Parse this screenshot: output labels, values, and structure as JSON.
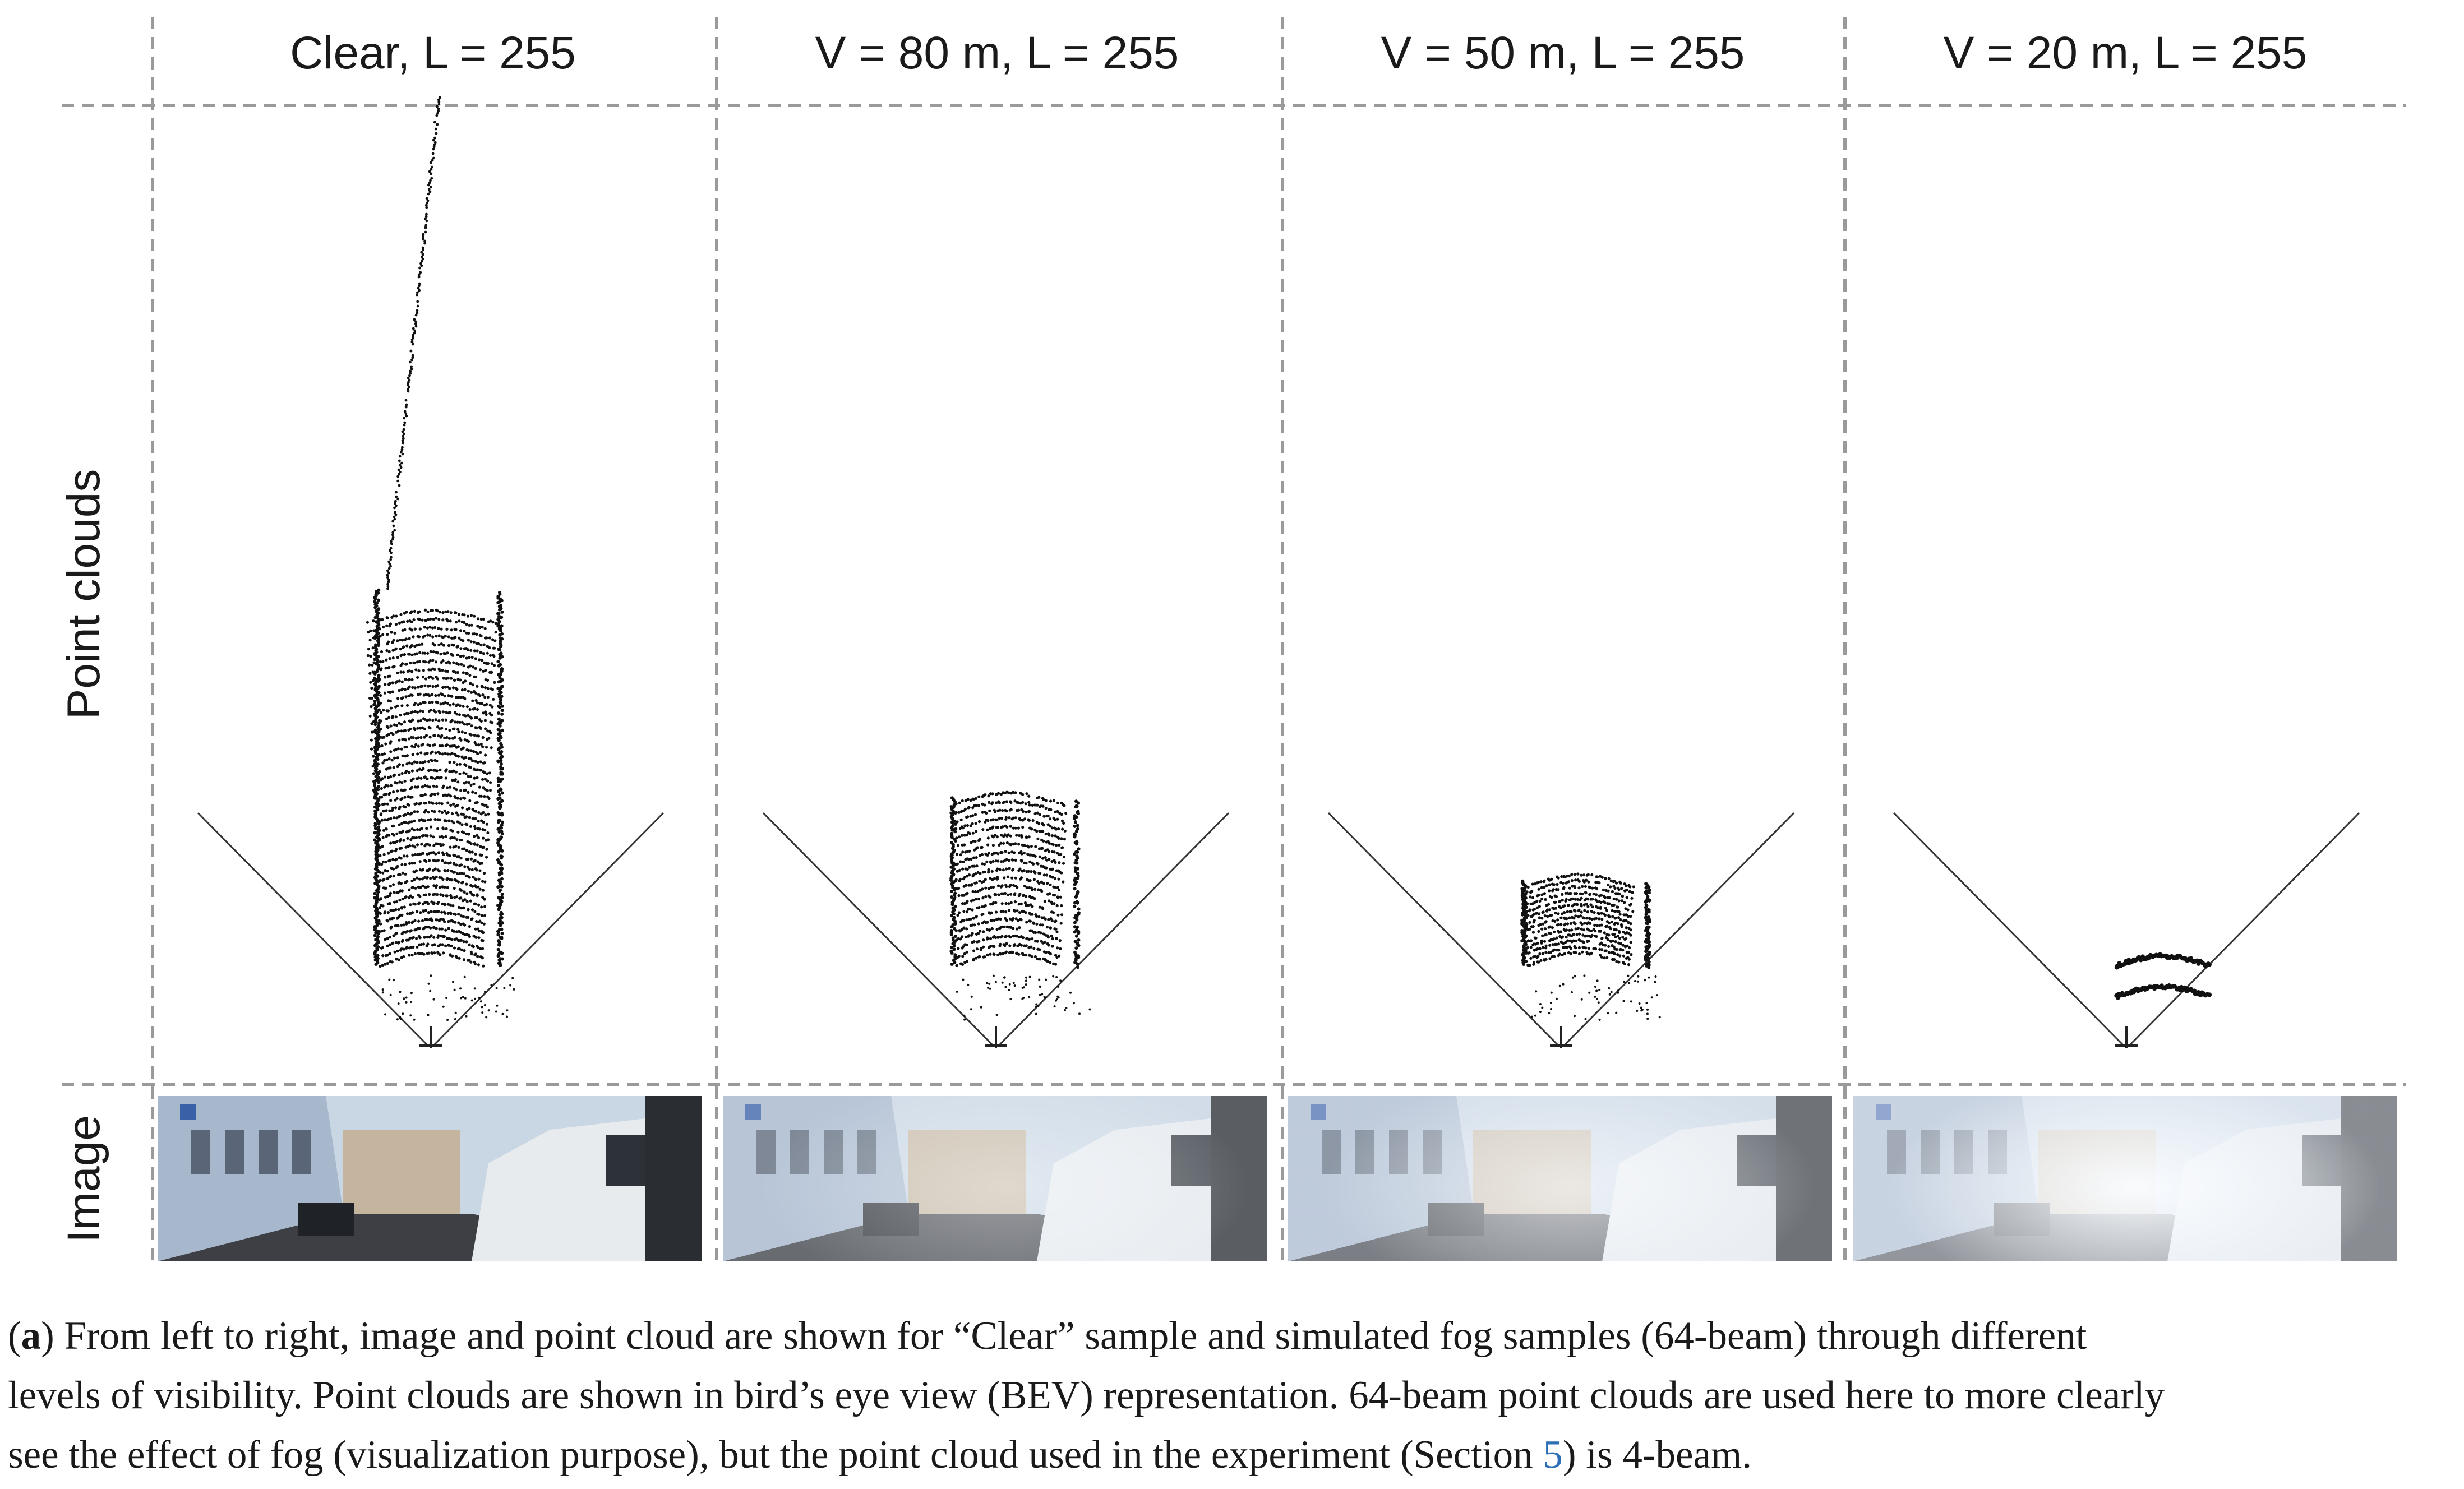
{
  "columns": [
    {
      "label": "Clear, L = 255",
      "fog": 0.0
    },
    {
      "label": "V = 80 m, L = 255",
      "fog": 0.45
    },
    {
      "label": "V = 50 m, L = 255",
      "fog": 0.65
    },
    {
      "label": "V = 20 m, L = 255",
      "fog": 0.9
    }
  ],
  "rows": {
    "point_clouds": "Point clouds",
    "image": "Image"
  },
  "caption": {
    "label": "a",
    "line1_rest": ") From left to right, image and point cloud are shown for “Clear” sample and simulated fog samples (64-beam) through different",
    "line2": "levels of visibility. Point clouds are shown in bird’s eye view (BEV) representation. 64-beam point clouds are used here to more clearly",
    "line3_a": "see the effect of fog (visualization purpose), but the point cloud used in the experiment (Section ",
    "line3_link": "5",
    "line3_b": ") is 4-beam."
  },
  "colors": {
    "grid": "#9a9a9a",
    "points": "#111111",
    "link": "#2c6fb7",
    "fog": "#f4f7fa"
  }
}
